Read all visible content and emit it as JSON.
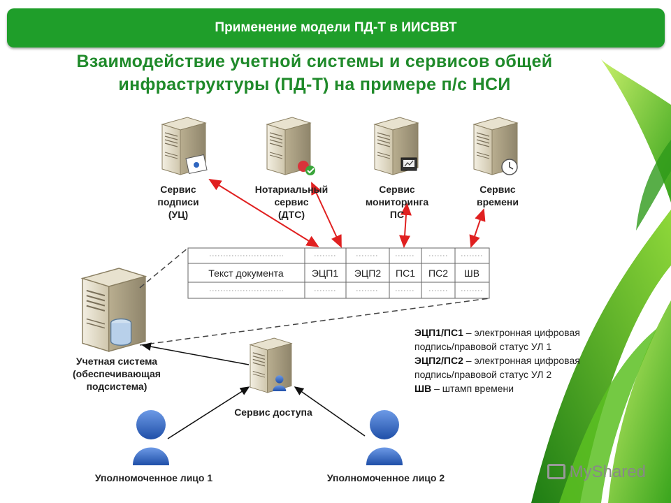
{
  "header": {
    "title": "Применение модели ПД-Т в ИИСВВТ"
  },
  "subtitle": {
    "line1": "Взаимодействие учетной системы и сервисов общей",
    "line2": "инфраструктуры (ПД-Т) на примере п/с НСИ"
  },
  "services": [
    {
      "name": "signature",
      "lines": [
        "Сервис",
        "подписи",
        "(УЦ)"
      ],
      "icon": "certificate-icon"
    },
    {
      "name": "notary",
      "lines": [
        "Нотариальный",
        "сервис",
        "(ДТС)"
      ],
      "icon": "stamp-check-icon"
    },
    {
      "name": "monitoring",
      "lines": [
        "Сервис",
        "мониторинга",
        "ПС"
      ],
      "icon": "monitor-icon"
    },
    {
      "name": "time",
      "lines": [
        "Сервис",
        "времени"
      ],
      "icon": "clock-icon"
    }
  ],
  "document_table": {
    "cells": [
      "Текст документа",
      "ЭЦП1",
      "ЭЦП2",
      "ПС1",
      "ПС2",
      "ШВ"
    ]
  },
  "accounting_system": {
    "lines": [
      "Учетная система",
      "(обеспечивающая",
      "подсистема)"
    ],
    "icon": "database-icon"
  },
  "access_service": {
    "label": "Сервис доступа",
    "icon": "user-icon"
  },
  "users": [
    {
      "label": "Уполномоченное лицо 1"
    },
    {
      "label": "Уполномоченное лицо 2"
    }
  ],
  "legend": [
    {
      "term": "ЭЦП1/ПС1",
      "text1": " – электронная цифровая",
      "text2": "подпись/правовой статус УЛ 1"
    },
    {
      "term": "ЭЦП2/ПС2",
      "text1": " – электронная цифровая",
      "text2": "подпись/правовой статус УЛ 2"
    },
    {
      "term": "ШВ",
      "text1": " – штамп времени",
      "text2": ""
    }
  ],
  "watermark": "MyShared",
  "colors": {
    "header": "#1f9e2a",
    "subtitle": "#1f8a2a",
    "arrow_red": "#e02020",
    "person_blue": "#2f66c0"
  }
}
